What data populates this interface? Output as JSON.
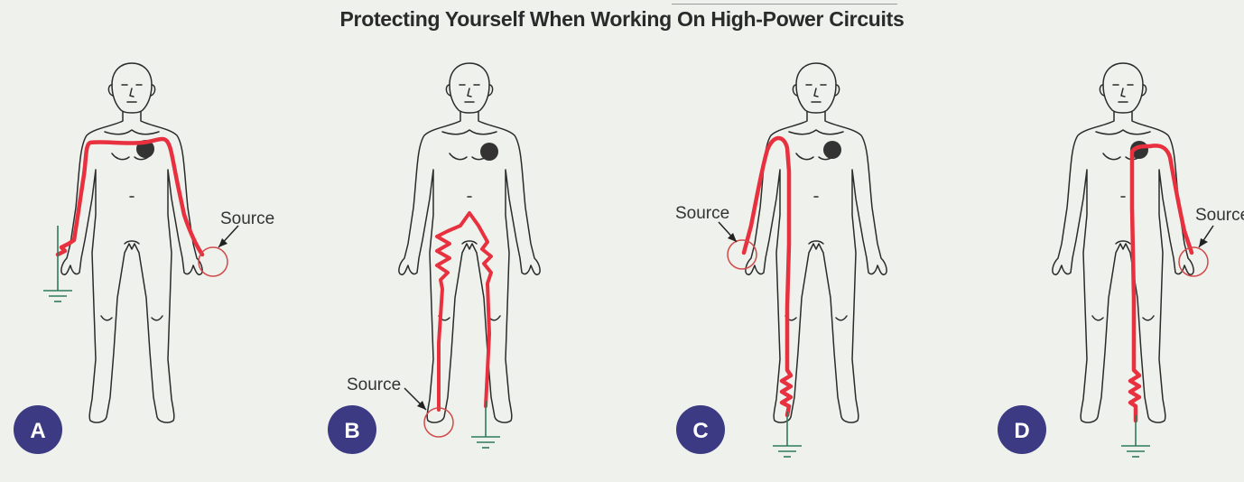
{
  "title": "Protecting Yourself When Working On High-Power Circuits",
  "colors": {
    "current_path": "#e8303f",
    "source_ring": "#d24a4a",
    "ground": "#2f7a5a",
    "badge": "#3d3a84",
    "heart": "#333333",
    "outline": "#2b2b2b"
  },
  "panels": [
    {
      "badge": "A",
      "source_label": "Source"
    },
    {
      "badge": "B",
      "source_label": "Source"
    },
    {
      "badge": "C",
      "source_label": "Source"
    },
    {
      "badge": "D",
      "source_label": "Source"
    }
  ]
}
